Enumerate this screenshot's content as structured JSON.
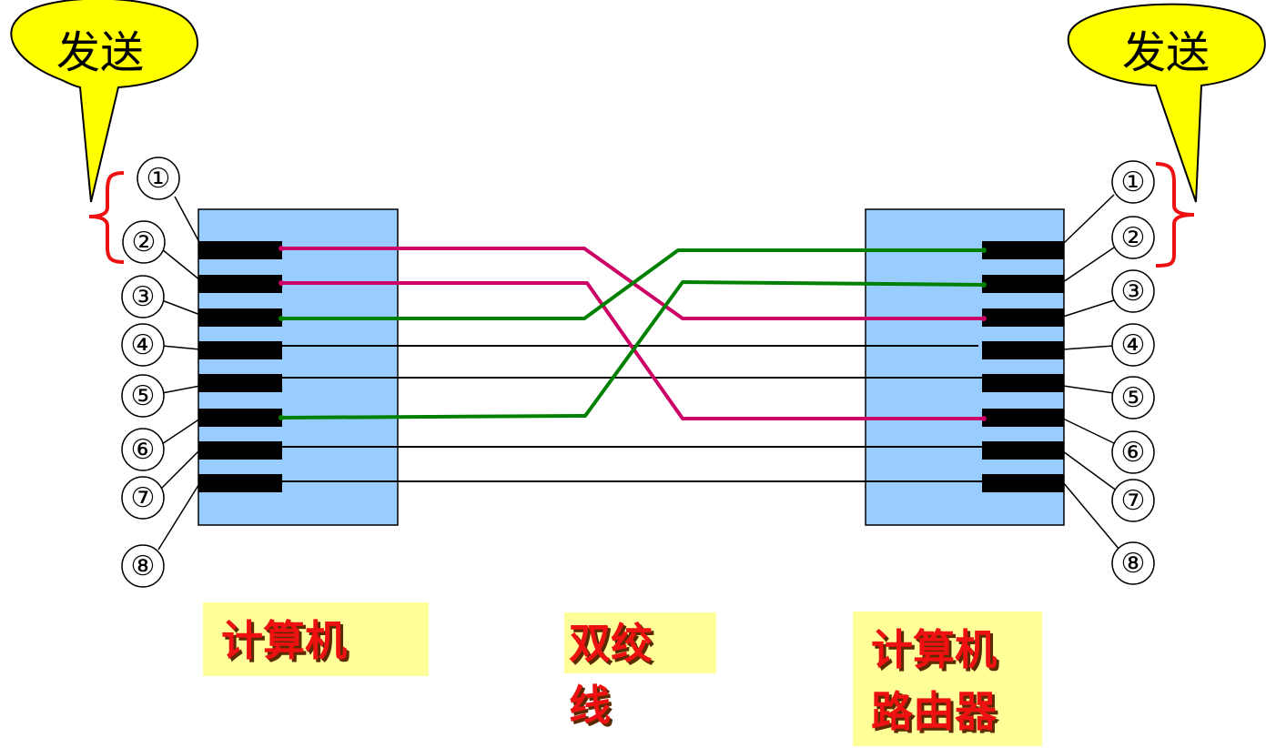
{
  "left_bubble": {
    "label": "发送"
  },
  "right_bubble": {
    "label": "发送"
  },
  "left_pins": [
    "①",
    "②",
    "③",
    "④",
    "⑤",
    "⑥",
    "⑦",
    "⑧"
  ],
  "right_pins": [
    "①",
    "②",
    "③",
    "④",
    "⑤",
    "⑥",
    "⑦",
    "⑧"
  ],
  "captions": {
    "left": "计算机",
    "middle_line1": "双绞",
    "middle_line2": "线",
    "right_line1": "计算机",
    "right_line2": "路由器"
  },
  "colors": {
    "connector_fill": "#99ccff",
    "pin_bar": "#000000",
    "transmit_wire": "#cc0066",
    "receive_wire": "#008000",
    "bubble_fill": "#ffff00",
    "bracket": "#ee1111",
    "caption_box": "#ffff99",
    "caption_text": "#ee1111"
  },
  "wiring": [
    {
      "from_pin": 1,
      "to_pin": 3,
      "color": "transmit"
    },
    {
      "from_pin": 2,
      "to_pin": 6,
      "color": "transmit"
    },
    {
      "from_pin": 3,
      "to_pin": 1,
      "color": "receive"
    },
    {
      "from_pin": 6,
      "to_pin": 2,
      "color": "receive"
    },
    {
      "from_pin": 4,
      "to_pin": 4,
      "color": "plain"
    },
    {
      "from_pin": 5,
      "to_pin": 5,
      "color": "plain"
    },
    {
      "from_pin": 7,
      "to_pin": 7,
      "color": "plain"
    },
    {
      "from_pin": 8,
      "to_pin": 8,
      "color": "plain"
    }
  ]
}
